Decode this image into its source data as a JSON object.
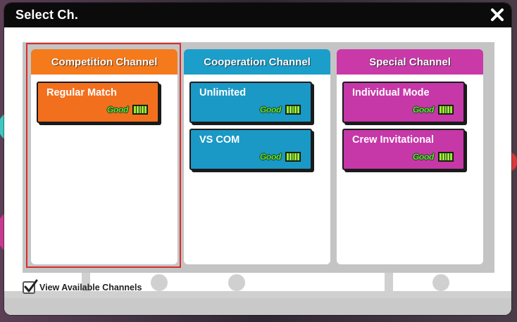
{
  "dialog": {
    "title": "Select Ch."
  },
  "columns": [
    {
      "header": "Competition Channel",
      "color": "#f57a1c",
      "cards": [
        {
          "label": "Regular Match",
          "status": "Good",
          "color": "#f26f1e"
        }
      ]
    },
    {
      "header": "Cooperation Channel",
      "color": "#1b9ec9",
      "cards": [
        {
          "label": "Unlimited",
          "status": "Good",
          "color": "#1a98c6"
        },
        {
          "label": "VS COM",
          "status": "Good",
          "color": "#1a98c6"
        }
      ]
    },
    {
      "header": "Special Channel",
      "color": "#c93aa8",
      "cards": [
        {
          "label": "Individual Mode",
          "status": "Good",
          "color": "#c637a8"
        },
        {
          "label": "Crew Invitational",
          "status": "Good",
          "color": "#c637a8"
        }
      ]
    }
  ],
  "footer": {
    "view_available_label": "View Available Channels",
    "view_available_checked": true
  },
  "icons": {
    "close": "close-icon",
    "signal": "signal-bars-icon",
    "check": "checkmark-icon"
  }
}
